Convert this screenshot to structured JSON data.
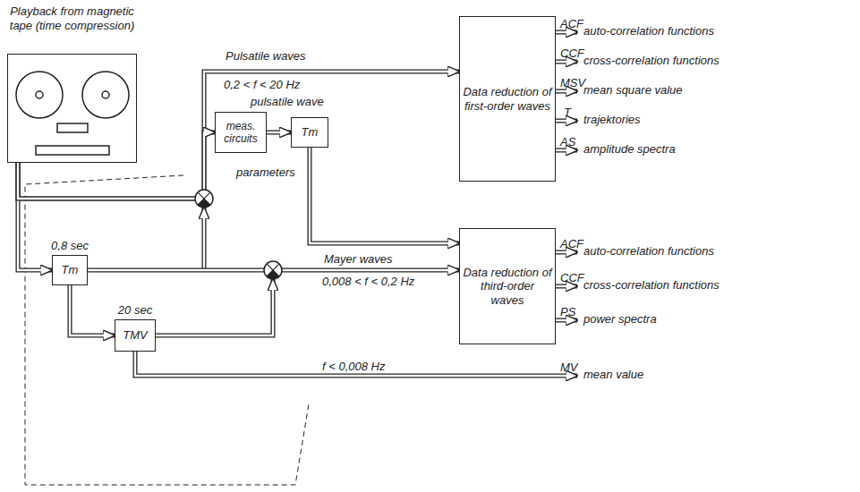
{
  "diagram": {
    "nodes": [
      {
        "text": [
          "Playback from magnetic tape (time compression)"
        ]
      },
      {
        "text": [
          "Tm",
          "0,8 sec"
        ]
      },
      {
        "text": [
          "TMV",
          "20 sec"
        ]
      },
      {
        "text": [
          "meas. circuits"
        ]
      },
      {
        "text": [
          "Tm"
        ]
      },
      {
        "text": [
          "Data reduction of first-order waves"
        ]
      },
      {
        "text": [
          "Data reduction of third-order waves"
        ]
      }
    ],
    "edges": [
      {
        "from": 0,
        "to": 5,
        "arrow": "to",
        "label": "Pulsatile waves"
      },
      {
        "from": 0,
        "to": 1,
        "arrow": "to"
      },
      {
        "from": 1,
        "to": 2,
        "arrow": "to"
      },
      {
        "from": 0,
        "to": 3,
        "arrow": "to"
      },
      {
        "from": 3,
        "to": 4,
        "arrow": "to",
        "label": "pulsatile wave"
      },
      {
        "from": 4,
        "to": 6,
        "arrow": "to",
        "label": "parameters"
      },
      {
        "from": 1,
        "to": 6,
        "arrow": "to",
        "label": "Mayer waves"
      }
    ],
    "labels": [
      "0,2 < f < 20 Hz",
      "0,008 < f < 0,2 Hz",
      "f < 0,008 Hz",
      "ACF",
      "auto-correlation functions",
      "CCF",
      "cross-correlation functions",
      "MSV",
      "mean square value",
      "T",
      "trajektories",
      "AS",
      "amplitude spectra",
      "ACF",
      "auto-correlation functions",
      "CCF",
      "cross-correlation functions",
      "PS",
      "power spectra",
      "MV",
      "mean value"
    ]
  }
}
